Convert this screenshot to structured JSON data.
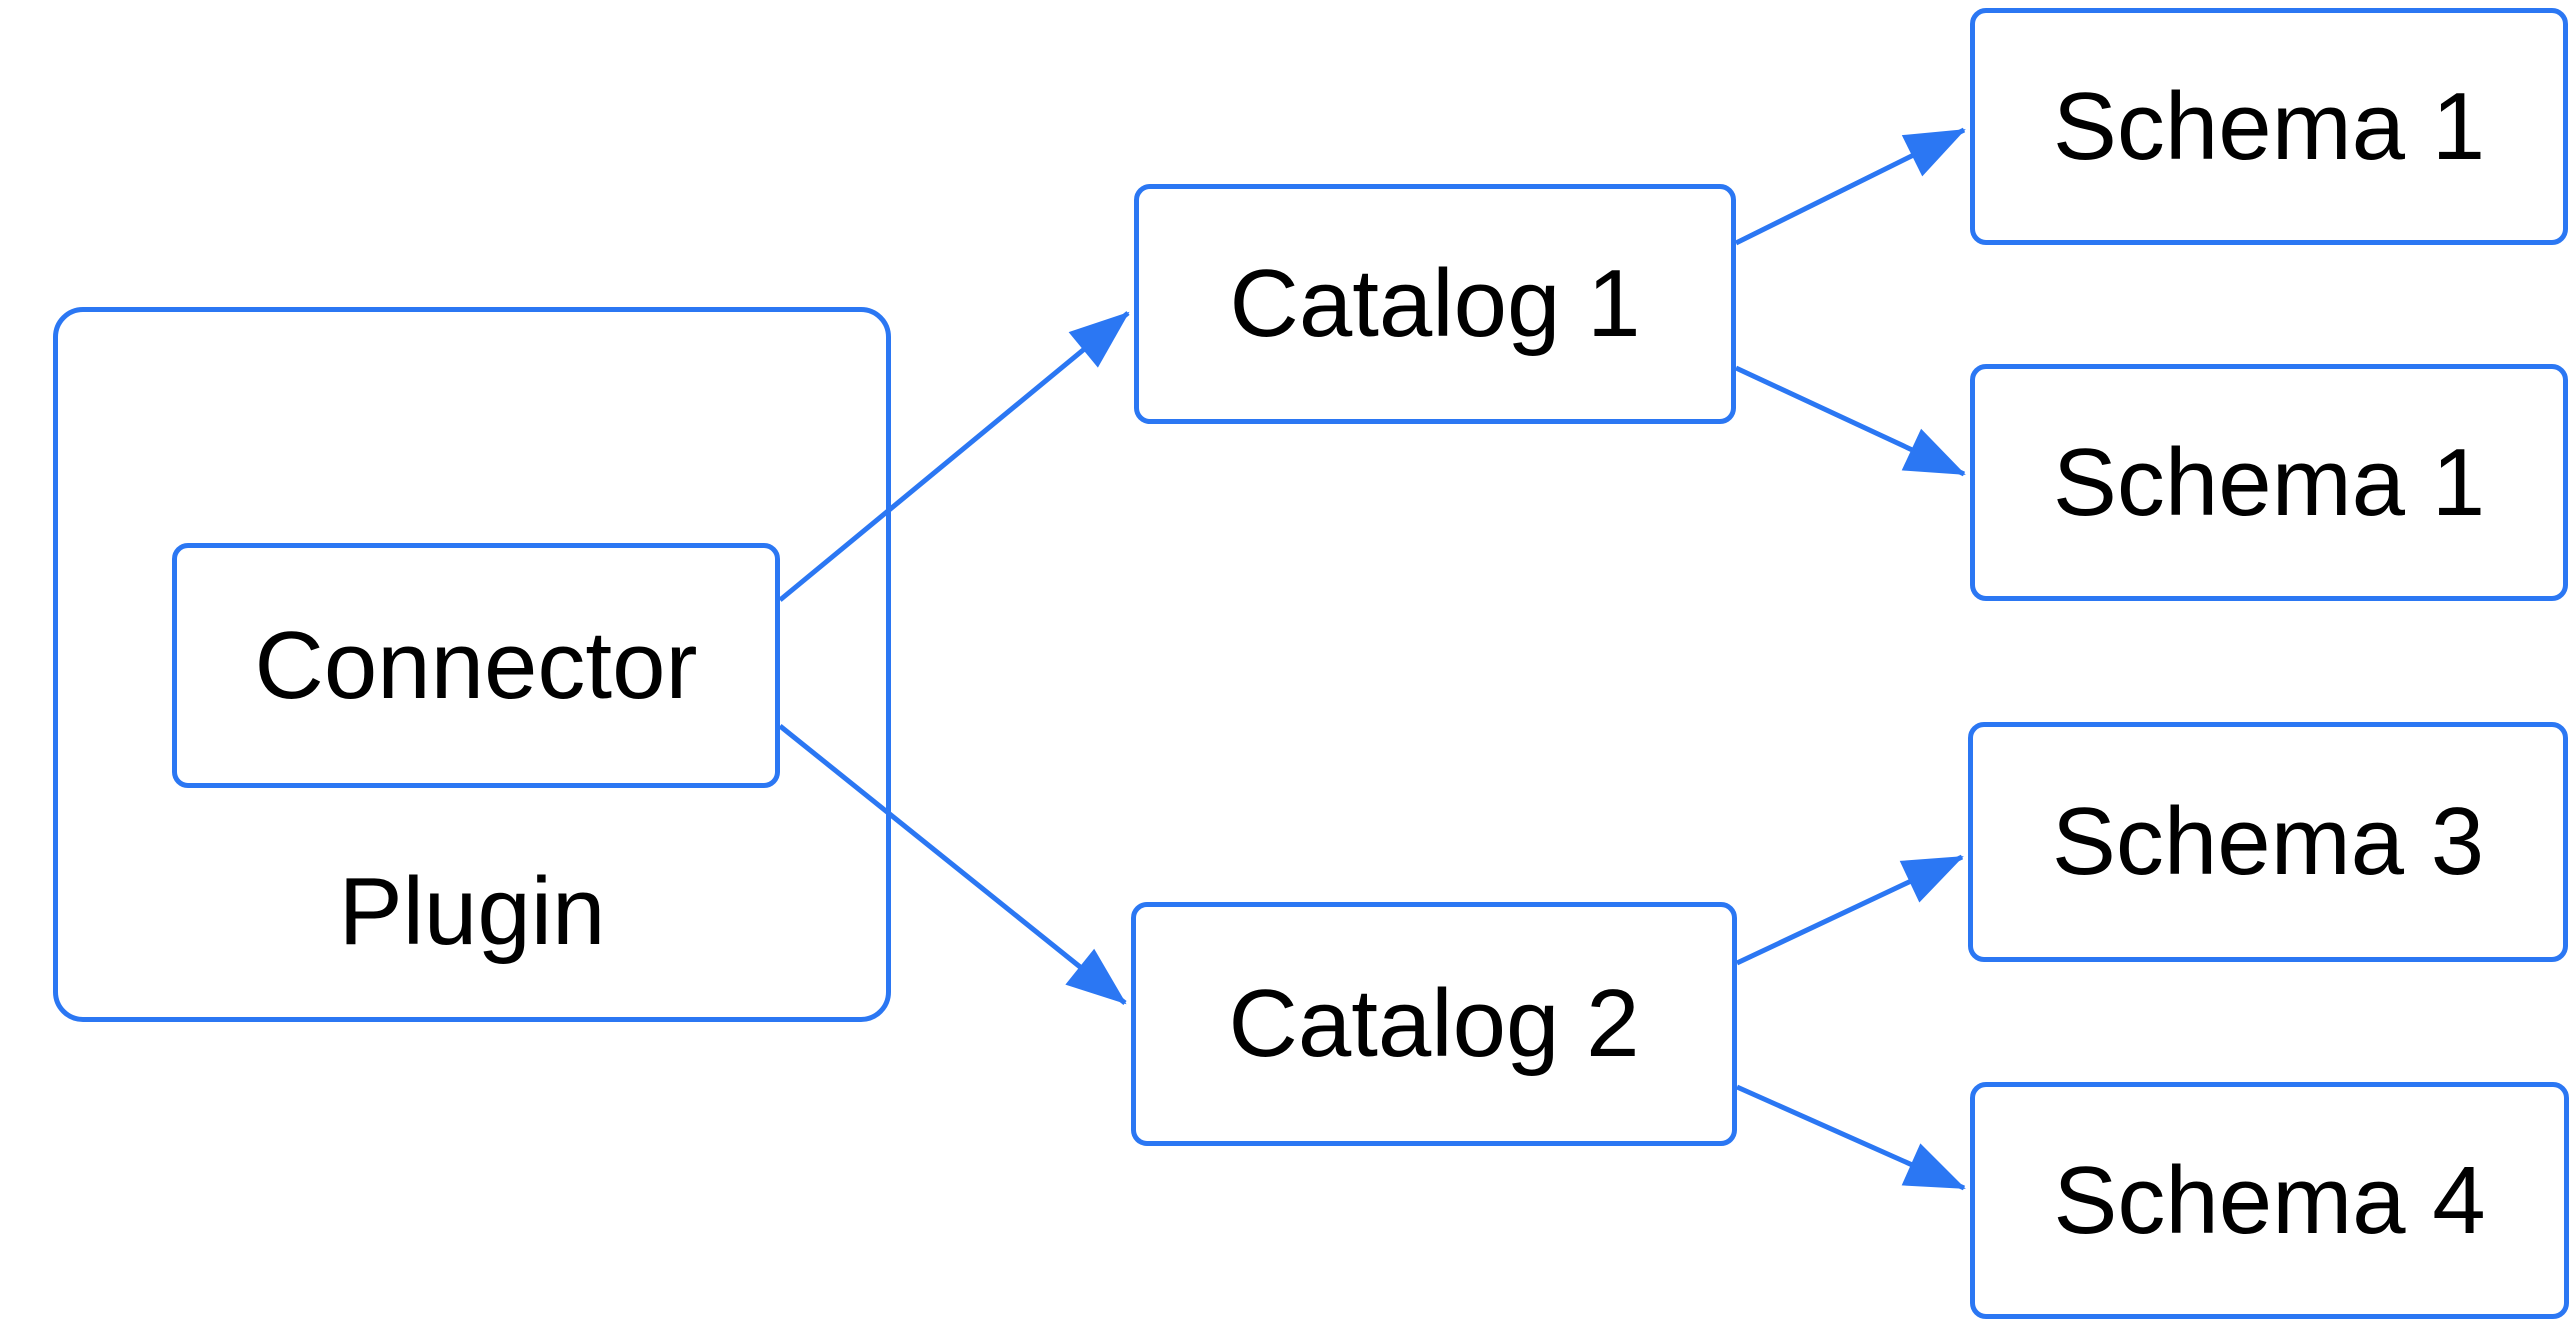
{
  "diagram": {
    "accent_color": "#2B77F3",
    "text_color": "#000000",
    "background_color": "#FFFFFF",
    "nodes": {
      "plugin": {
        "label": "Plugin"
      },
      "connector": {
        "label": "Connector"
      },
      "catalog1": {
        "label": "Catalog 1"
      },
      "catalog2": {
        "label": "Catalog 2"
      },
      "schema1a": {
        "label": "Schema 1"
      },
      "schema1b": {
        "label": "Schema 1"
      },
      "schema3": {
        "label": "Schema 3"
      },
      "schema4": {
        "label": "Schema 4"
      }
    },
    "edges": [
      {
        "from": "Connector",
        "to": "Catalog 1"
      },
      {
        "from": "Connector",
        "to": "Catalog 2"
      },
      {
        "from": "Catalog 1",
        "to": "Schema 1"
      },
      {
        "from": "Catalog 1",
        "to": "Schema 1"
      },
      {
        "from": "Catalog 2",
        "to": "Schema 3"
      },
      {
        "from": "Catalog 2",
        "to": "Schema 4"
      }
    ]
  }
}
